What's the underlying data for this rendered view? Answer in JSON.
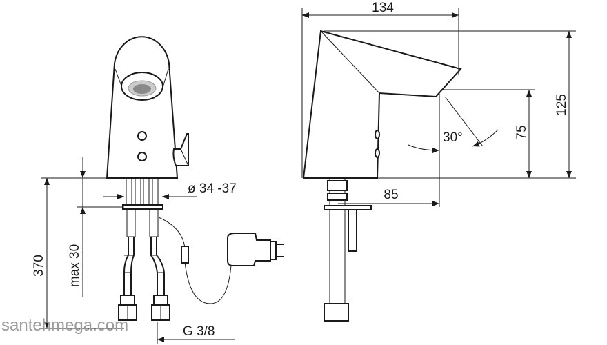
{
  "watermark": "santehmega.com",
  "dimensions": {
    "width_total": "134",
    "height_total": "125",
    "spout_height": "75",
    "spout_angle": "30°",
    "spout_reach": "85",
    "hole_diameter": "ø 34 -37",
    "hose_length": "370",
    "max_thickness": "max 30",
    "thread": "G 3/8"
  }
}
